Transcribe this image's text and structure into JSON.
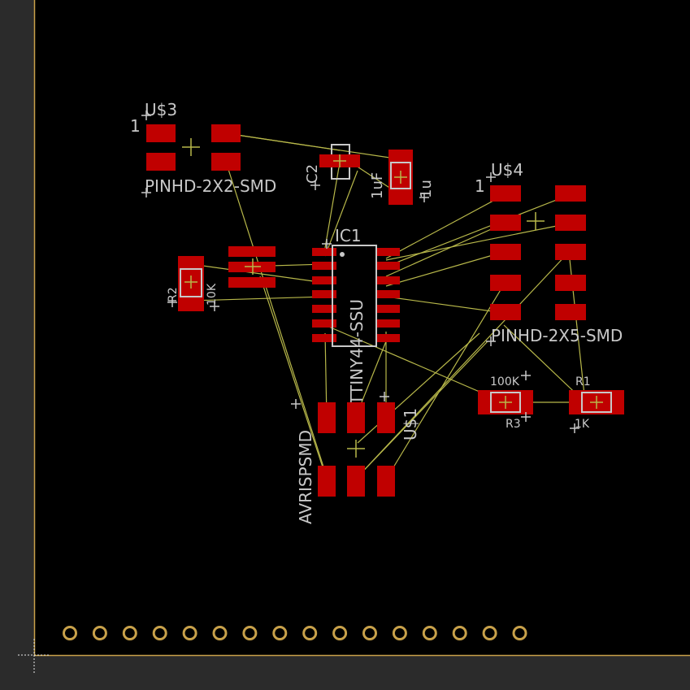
{
  "colors": {
    "background": "#000000",
    "frame": "#2b2b2b",
    "board_outline": "#c8a14a",
    "pad": "#c00000",
    "airwire": "#b8b84a",
    "silk": "#c8c8c8",
    "origin": "#e8e8e8",
    "via": "#c8a14a"
  },
  "labels": {
    "u3_name": "U$3",
    "u3_pin1": "1",
    "u3_pkg": "PINHD-2X2-SMD",
    "u4_name": "U$4",
    "u4_pin1": "1",
    "u4_pkg": "PINHD-2X5-SMD",
    "ic1_name": "IC1",
    "ic1_pkg": "ATTINY44-SSU",
    "c2_name": "C2",
    "c2_val": "1uF",
    "c1_val": "1u",
    "r2_name": "R2",
    "r2_val": "10K",
    "r3_name": "R3",
    "r3_val": "100K",
    "r1_name": "R1",
    "r1_val": "1K",
    "avr_pkg": "AVRISPSMD",
    "avr_name": "U$1"
  },
  "via_count": 16
}
